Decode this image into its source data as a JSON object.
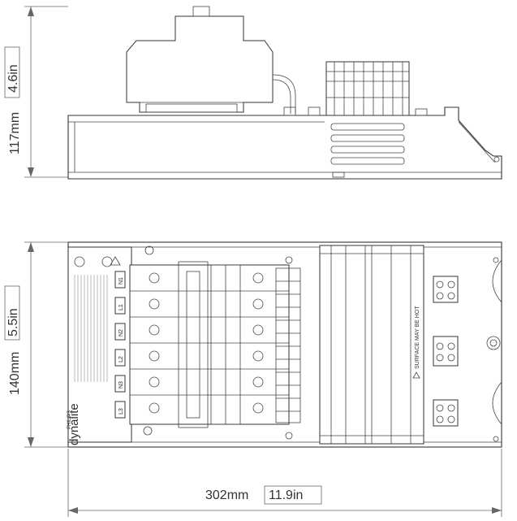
{
  "dimensions": {
    "height": {
      "mm": "117mm",
      "inch": "4.6in"
    },
    "width": {
      "mm": "140mm",
      "inch": "5.5in"
    },
    "length": {
      "mm": "302mm",
      "inch": "11.9in"
    }
  },
  "labels": {
    "brand": "dynalite",
    "maker": "PHILIPS",
    "warning": "SURFACE MAY BE HOT",
    "terminals": [
      "N1",
      "L1",
      "N2",
      "L2",
      "N3",
      "L3"
    ]
  }
}
